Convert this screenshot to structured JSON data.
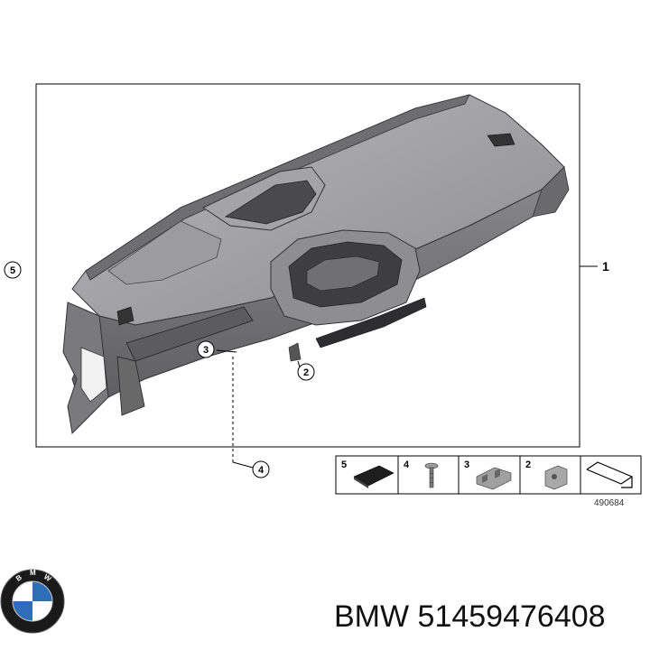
{
  "callouts": {
    "c1": "1",
    "c2": "2",
    "c3": "3",
    "c4": "4",
    "c5": "5"
  },
  "thumbnails": [
    {
      "number": "5",
      "icon": "felt-pad-icon"
    },
    {
      "number": "4",
      "icon": "screw-icon"
    },
    {
      "number": "3",
      "icon": "bracket-icon"
    },
    {
      "number": "2",
      "icon": "clip-icon"
    }
  ],
  "reference_code": "490684",
  "footer": {
    "brand": "BMW",
    "part_number": "51459476408",
    "logo": "bmw-roundel-logo"
  },
  "colors": {
    "dashboard_fill": "#9a9a9c",
    "dashboard_dark": "#5a5a5c",
    "outline": "#000000"
  }
}
